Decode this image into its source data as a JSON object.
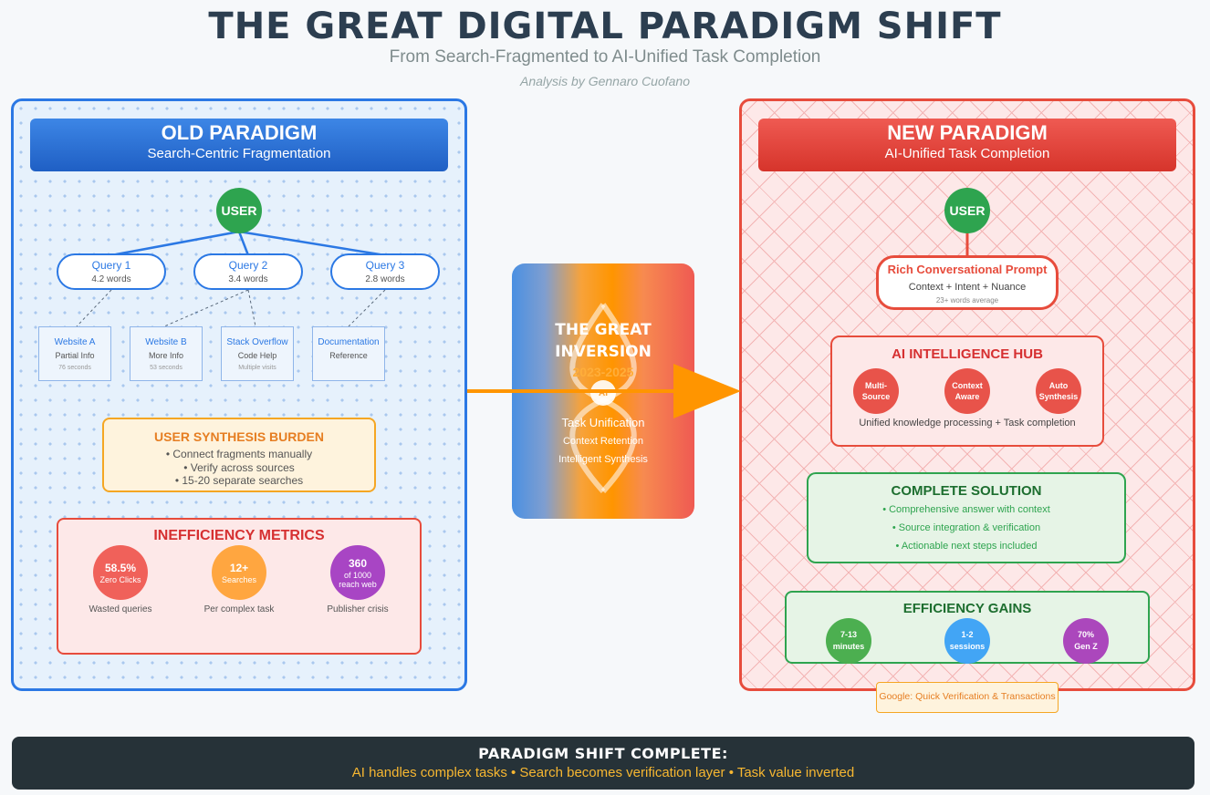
{
  "title": "THE GREAT DIGITAL PARADIGM SHIFT",
  "subtitle": "From Search-Fragmented to AI-Unified Task Completion",
  "author": "Analysis by Gennaro Cuofano",
  "old": {
    "title": "OLD PARADIGM",
    "subtitle": "Search-Centric Fragmentation",
    "user": "USER",
    "queries": [
      {
        "name": "Query 1",
        "words": "4.2 words"
      },
      {
        "name": "Query 2",
        "words": "3.4 words"
      },
      {
        "name": "Query 3",
        "words": "2.8 words"
      }
    ],
    "sites": [
      {
        "name": "Website A",
        "desc": "Partial Info",
        "note": "76 seconds"
      },
      {
        "name": "Website B",
        "desc": "More Info",
        "note": "53 seconds"
      },
      {
        "name": "Stack Overflow",
        "desc": "Code Help",
        "note": "Multiple visits"
      },
      {
        "name": "Documentation",
        "desc": "Reference",
        "note": ""
      }
    ],
    "burden": {
      "title": "USER SYNTHESIS BURDEN",
      "items": [
        "• Connect fragments manually",
        "• Verify across sources",
        "• 15-20 separate searches"
      ]
    },
    "inefficiency": {
      "title": "INEFFICIENCY METRICS",
      "metrics": [
        {
          "value": "58.5%",
          "unit": "Zero Clicks",
          "label": "Wasted queries",
          "color": "#f0615a"
        },
        {
          "value": "12+",
          "unit": "Searches",
          "label": "Per complex task",
          "color": "#ffa640"
        },
        {
          "value": "360",
          "unit": "of 1000 reach web",
          "label": "Publisher crisis",
          "color": "#a845c4"
        }
      ]
    }
  },
  "center": {
    "title_line1": "THE GREAT",
    "title_line2": "INVERSION",
    "year": "2023-2025",
    "ai": "AI",
    "line1": "Task Unification",
    "line2": "Context Retention",
    "line3": "Intelligent Synthesis"
  },
  "new": {
    "title": "NEW PARADIGM",
    "subtitle": "AI-Unified Task Completion",
    "user": "USER",
    "prompt": {
      "title": "Rich Conversational Prompt",
      "desc": "Context + Intent + Nuance",
      "note": "23+ words average"
    },
    "hub": {
      "title": "AI INTELLIGENCE HUB",
      "nodes": [
        [
          "Multi-",
          "Source"
        ],
        [
          "Context",
          "Aware"
        ],
        [
          "Auto",
          "Synthesis"
        ]
      ],
      "desc": "Unified knowledge processing + Task completion"
    },
    "solution": {
      "title": "COMPLETE SOLUTION",
      "items": [
        "• Comprehensive answer with context",
        "• Source integration & verification",
        "• Actionable next steps included"
      ]
    },
    "gains": {
      "title": "EFFICIENCY GAINS",
      "items": [
        {
          "value": "7-13",
          "unit": "minutes",
          "color": "#4caf50"
        },
        {
          "value": "1-2",
          "unit": "sessions",
          "color": "#42a5f5"
        },
        {
          "value": "70%",
          "unit": "Gen Z",
          "color": "#ab47bc"
        }
      ]
    },
    "google": "Google: Quick Verification & Transactions"
  },
  "footer": {
    "title": "PARADIGM SHIFT COMPLETE:",
    "text": "AI handles complex tasks • Search becomes verification layer • Task value inverted"
  },
  "colors": {
    "old_accent": "#2b78e4",
    "new_accent": "#e74c3c",
    "green": "#2ea44f",
    "orange": "#ff9500",
    "footer_bg": "#263238"
  }
}
